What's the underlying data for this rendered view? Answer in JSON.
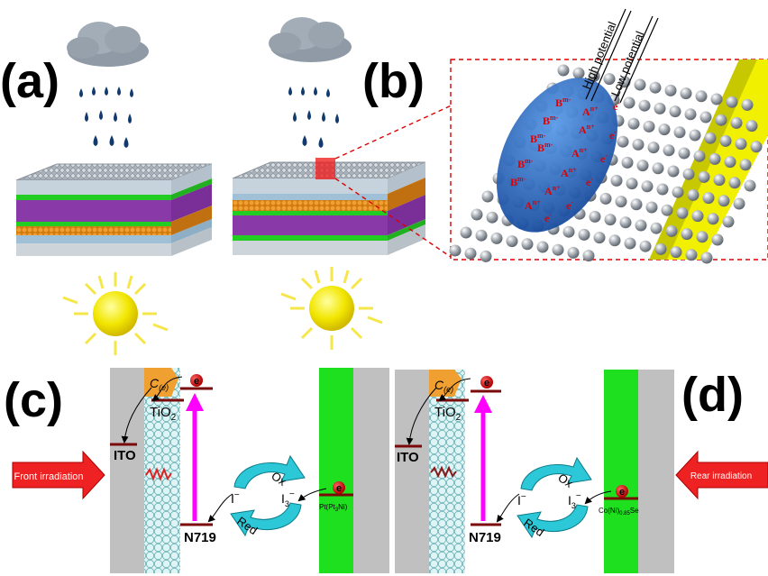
{
  "panels": {
    "a": {
      "label": "(a)"
    },
    "b": {
      "label": "(b)"
    },
    "c": {
      "label": "(c)"
    },
    "d": {
      "label": "(d)"
    }
  },
  "inset": {
    "high_potential": "High potential",
    "low_potential": "Low potential",
    "ion_b": "B",
    "ion_b_sup": "m-",
    "ion_a": "A",
    "ion_a_sup": "n+",
    "electron": "e",
    "electron_sup": "-"
  },
  "energy_c": {
    "ito": "ITO",
    "tio2": "TiO",
    "tio2_sub": "2",
    "ce": "C",
    "ce_sub": "(e)",
    "n719": "N719",
    "iodide": "I",
    "iodide_sup": "−",
    "triiodide": "I",
    "triiodide_sub": "3",
    "triiodide_sup": "−",
    "ox": "Ox",
    "red": "Red",
    "electron": "e",
    "counter": "Pt(Pt",
    "counter_sub": "3",
    "counter_tail": "Ni)",
    "arrow_text": "Front irradiation"
  },
  "energy_d": {
    "ito": "ITO",
    "tio2": "TiO",
    "tio2_sub": "2",
    "ce": "C",
    "ce_sub": "(e)",
    "n719": "N719",
    "iodide": "I",
    "iodide_sup": "−",
    "triiodide": "I",
    "triiodide_sub": "3",
    "triiodide_sup": "−",
    "ox": "Ox",
    "red": "Red",
    "electron": "e",
    "counter": "Co(Ni)",
    "counter_sub": "0.85",
    "counter_tail": "Se",
    "arrow_text": "Rear irradiation"
  },
  "colors": {
    "cloud": "#8f9aa6",
    "raindrop": "#123a6e",
    "sun": "#f2e600",
    "sun_ray": "#f5e64a",
    "droplet": "#2060b8",
    "ion_text": "#e00000",
    "electrode_gray": "#c0c0c0",
    "counter_green": "#1ee01e",
    "tio2_mesh": "#bfe8ea",
    "excite_arrow": "#ff00ff",
    "cycle_arrow": "#2cc8d8",
    "irradiation_arrow": "#ee2222",
    "energy_level": "#7a0a0a",
    "ce_orange": "#f0a030",
    "inset_yellow": "#f0f000"
  }
}
